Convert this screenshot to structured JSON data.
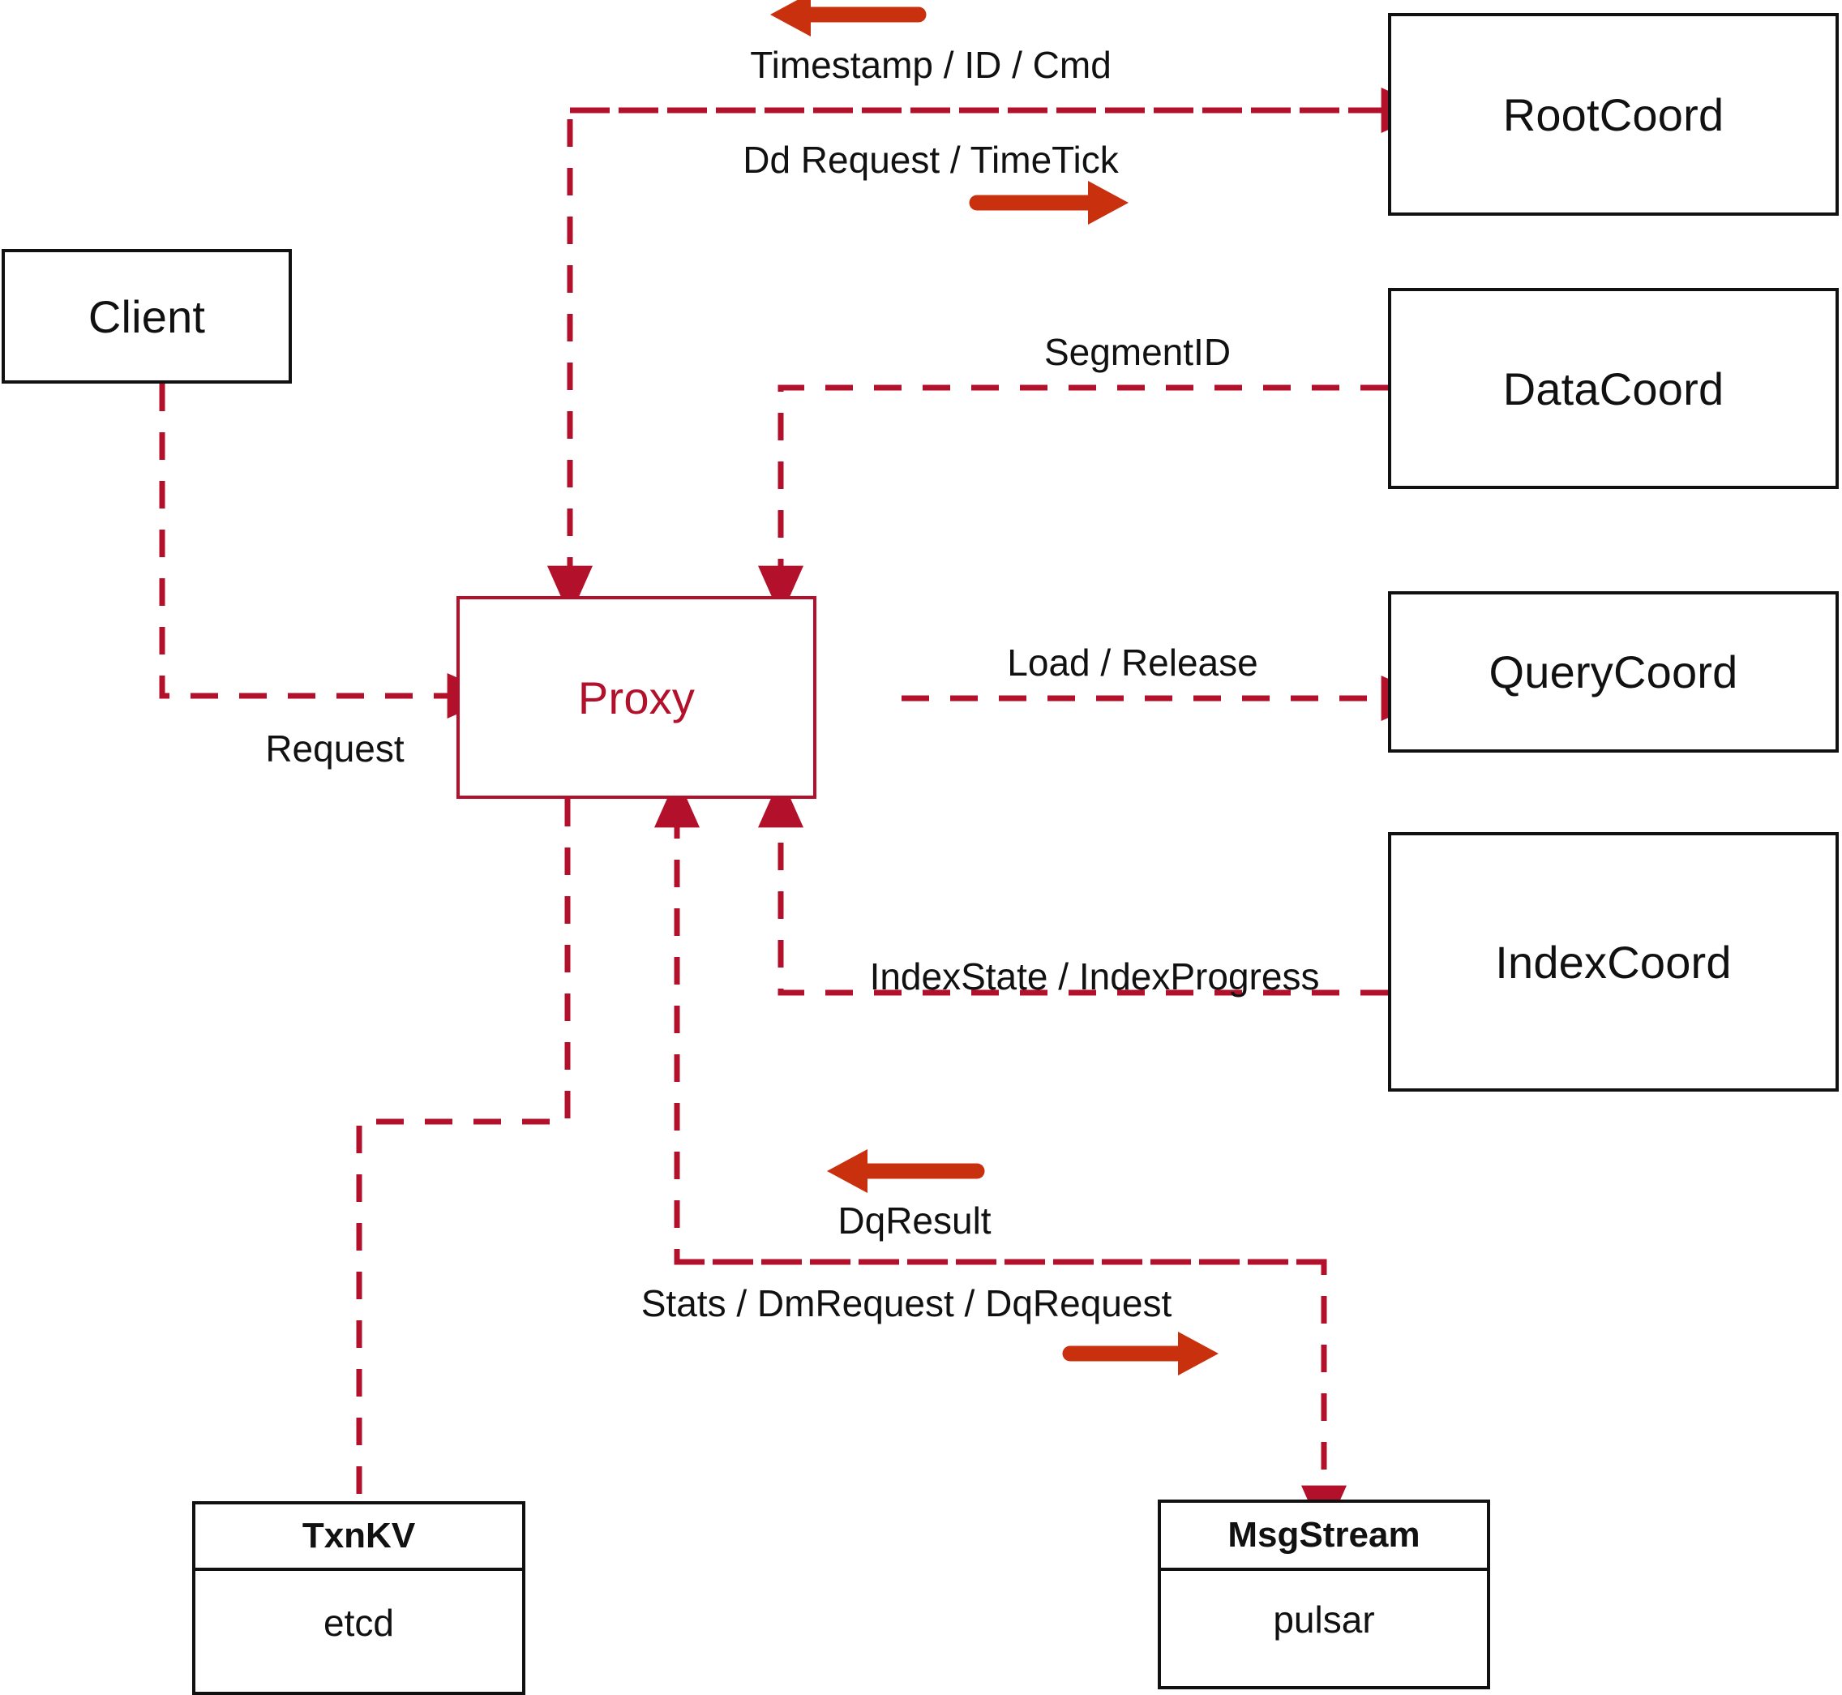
{
  "diagram": {
    "title": "Milvus Proxy interaction diagram",
    "colors": {
      "dashed_wire": "#b3102c",
      "proxy_accent": "#b3102c",
      "thick_arrow": "#c8300e",
      "node_border": "#111111",
      "background": "#ffffff"
    }
  },
  "nodes": [
    {
      "id": "client",
      "label": "Client",
      "kind": "plain"
    },
    {
      "id": "proxy",
      "label": "Proxy",
      "kind": "accent"
    },
    {
      "id": "rootcoord",
      "label": "RootCoord",
      "kind": "plain"
    },
    {
      "id": "datacoord",
      "label": "DataCoord",
      "kind": "plain"
    },
    {
      "id": "querycoord",
      "label": "QueryCoord",
      "kind": "plain"
    },
    {
      "id": "indexcoord",
      "label": "IndexCoord",
      "kind": "plain"
    }
  ],
  "stores": [
    {
      "id": "txnkv",
      "title": "TxnKV",
      "impl": "etcd"
    },
    {
      "id": "msgstream",
      "title": "MsgStream",
      "impl": "pulsar"
    }
  ],
  "edge_labels": [
    {
      "id": "timestamp-id-cmd",
      "text": "Timestamp / ID / Cmd"
    },
    {
      "id": "dd-request-timetick",
      "text": "Dd Request / TimeTick"
    },
    {
      "id": "segmentid",
      "text": "SegmentID"
    },
    {
      "id": "load-release",
      "text": "Load / Release"
    },
    {
      "id": "indexstate-indexprogress",
      "text": "IndexState / IndexProgress"
    },
    {
      "id": "request",
      "text": "Request"
    },
    {
      "id": "dqresult",
      "text": "DqResult"
    },
    {
      "id": "stats-dmrequest-dqrequest",
      "text": "Stats / DmRequest / DqRequest"
    }
  ],
  "edges": [
    {
      "id": "rootcoord-to-proxy",
      "from": "rootcoord",
      "to": "proxy",
      "label": "Timestamp / ID / Cmd",
      "direction": "left"
    },
    {
      "id": "proxy-to-rootcoord",
      "from": "proxy",
      "to": "rootcoord",
      "label": "Dd Request / TimeTick",
      "direction": "right"
    },
    {
      "id": "datacoord-to-proxy",
      "from": "datacoord",
      "to": "proxy",
      "label": "SegmentID",
      "direction": "left"
    },
    {
      "id": "proxy-to-querycoord",
      "from": "proxy",
      "to": "querycoord",
      "label": "Load / Release",
      "direction": "right"
    },
    {
      "id": "indexcoord-to-proxy",
      "from": "indexcoord",
      "to": "proxy",
      "label": "IndexState / IndexProgress",
      "direction": "left"
    },
    {
      "id": "client-to-proxy",
      "from": "client",
      "to": "proxy",
      "label": "Request",
      "direction": "right"
    },
    {
      "id": "msgstream-to-proxy",
      "from": "msgstream",
      "to": "proxy",
      "label": "DqResult",
      "direction": "left"
    },
    {
      "id": "proxy-to-msgstream",
      "from": "proxy",
      "to": "msgstream",
      "label": "Stats / DmRequest / DqRequest",
      "direction": "right"
    },
    {
      "id": "proxy-to-txnkv",
      "from": "proxy",
      "to": "txnkv",
      "label": "",
      "direction": "down"
    }
  ]
}
